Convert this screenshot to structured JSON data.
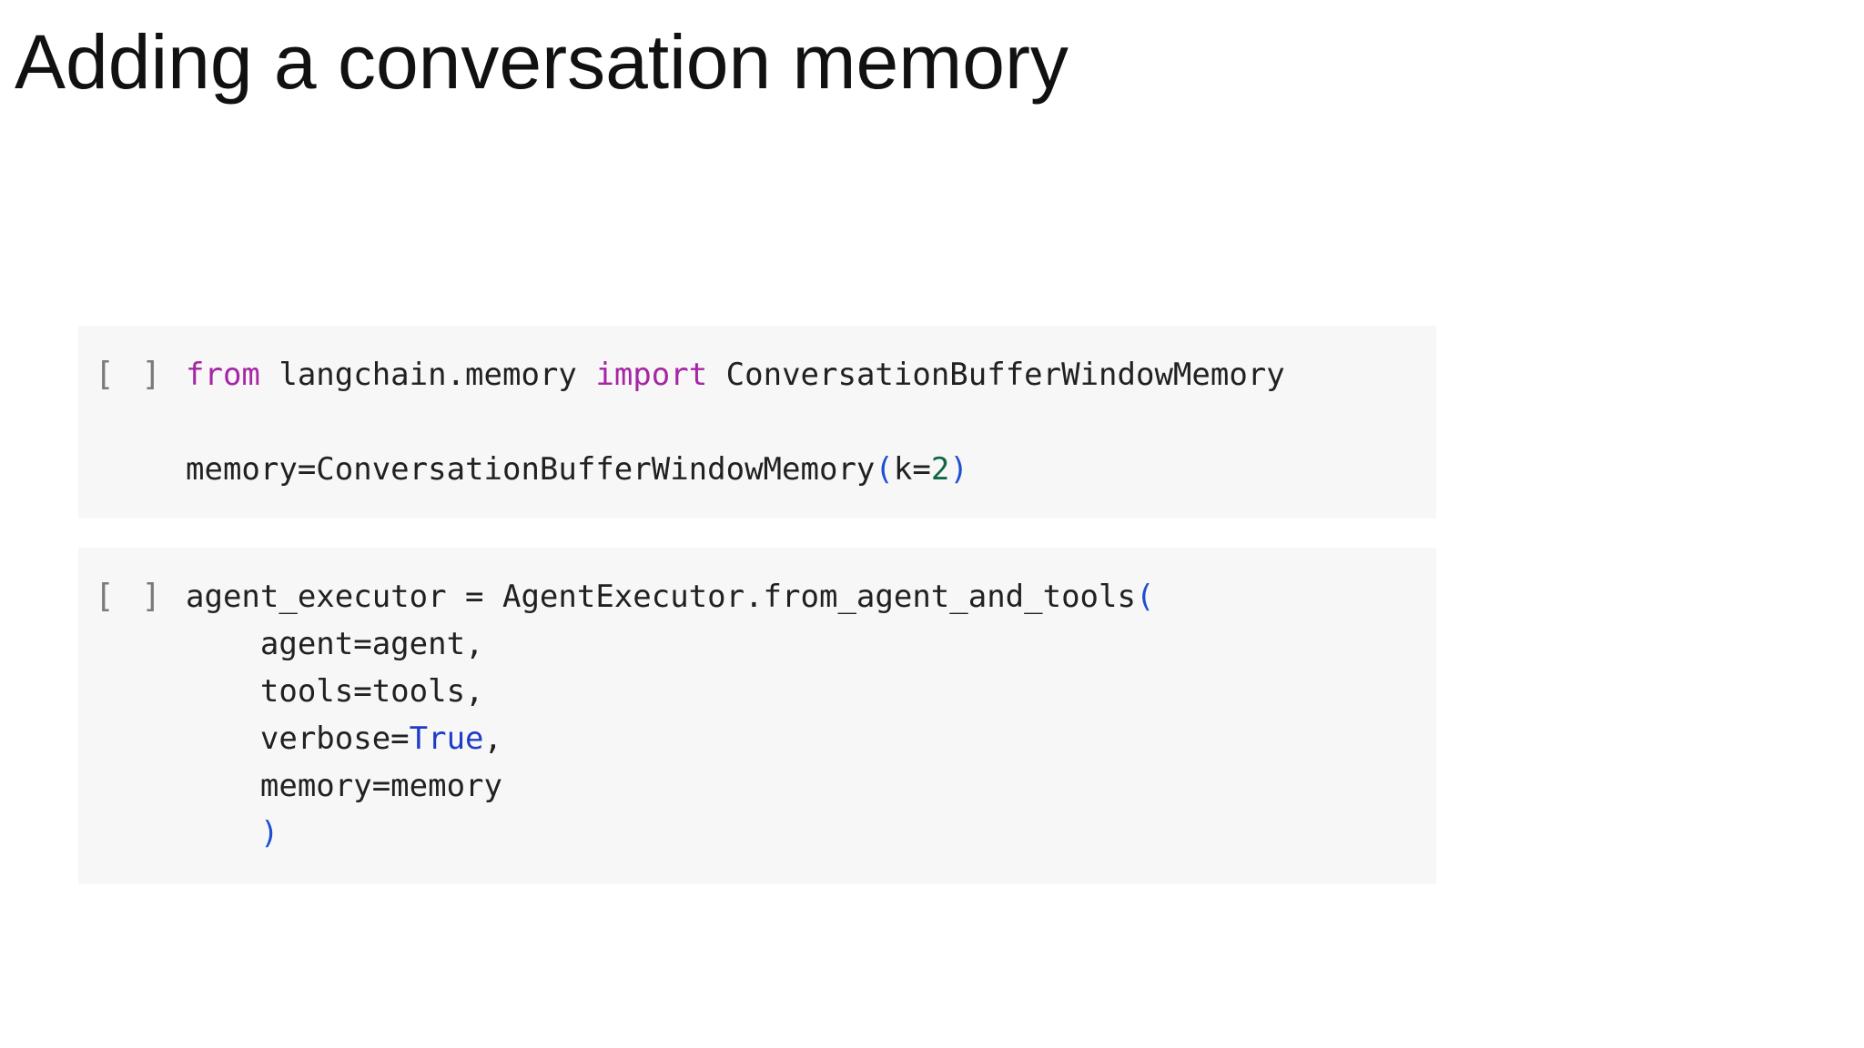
{
  "slide": {
    "title": "Adding a conversation memory"
  },
  "cells": [
    {
      "run_label": "[ ]",
      "lines": [
        [
          {
            "text": "from",
            "kind": "kw"
          },
          {
            "text": " langchain.memory ",
            "kind": "plain"
          },
          {
            "text": "import",
            "kind": "kw"
          },
          {
            "text": " ConversationBufferWindowMemory",
            "kind": "plain"
          }
        ],
        [],
        [
          {
            "text": "memory=ConversationBufferWindowMemory",
            "kind": "plain"
          },
          {
            "text": "(",
            "kind": "paren"
          },
          {
            "text": "k=",
            "kind": "plain"
          },
          {
            "text": "2",
            "kind": "num"
          },
          {
            "text": ")",
            "kind": "paren"
          }
        ]
      ]
    },
    {
      "run_label": "[ ]",
      "lines": [
        [
          {
            "text": "agent_executor = AgentExecutor.from_agent_and_tools",
            "kind": "plain"
          },
          {
            "text": "(",
            "kind": "paren"
          }
        ],
        [
          {
            "text": "    agent=agent,",
            "kind": "plain"
          }
        ],
        [
          {
            "text": "    tools=tools,",
            "kind": "plain"
          }
        ],
        [
          {
            "text": "    verbose=",
            "kind": "plain"
          },
          {
            "text": "True",
            "kind": "bool"
          },
          {
            "text": ",",
            "kind": "plain"
          }
        ],
        [
          {
            "text": "    memory=memory",
            "kind": "plain"
          }
        ],
        [
          {
            "text": "    ",
            "kind": "plain"
          },
          {
            "text": ")",
            "kind": "paren"
          }
        ]
      ]
    }
  ]
}
